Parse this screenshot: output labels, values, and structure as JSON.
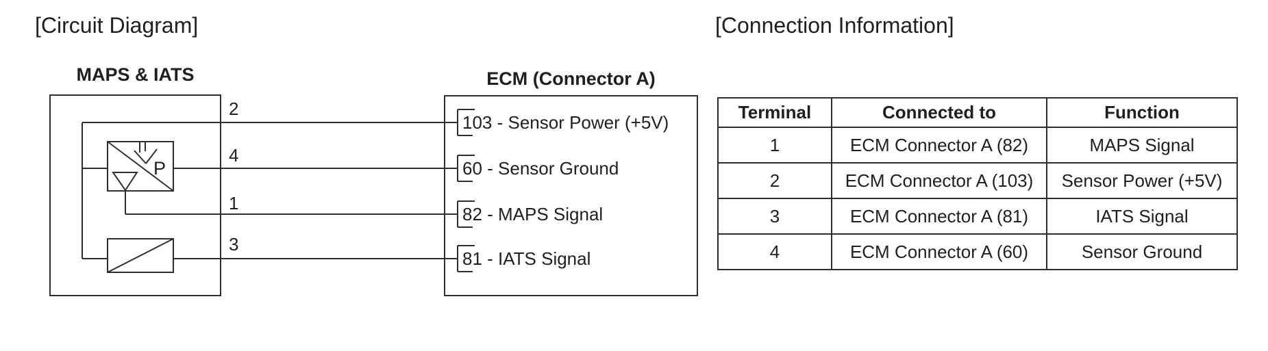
{
  "sections": {
    "circuit_heading": "[Circuit Diagram]",
    "connection_heading": "[Connection Information]"
  },
  "circuit": {
    "sensor_label": "MAPS & IATS",
    "ecm_label": "ECM (Connector A)",
    "pressure_letter": "P",
    "wires": [
      {
        "number": "2",
        "ecm_terminal": "103 - Sensor Power (+5V)"
      },
      {
        "number": "4",
        "ecm_terminal": "60 - Sensor Ground"
      },
      {
        "number": "1",
        "ecm_terminal": "82 - MAPS Signal"
      },
      {
        "number": "3",
        "ecm_terminal": "81 - IATS Signal"
      }
    ]
  },
  "connection_table": {
    "headers": [
      "Terminal",
      "Connected to",
      "Function"
    ],
    "rows": [
      {
        "terminal": "1",
        "connected_to": "ECM Connector A (82)",
        "function": "MAPS Signal"
      },
      {
        "terminal": "2",
        "connected_to": "ECM Connector A (103)",
        "function": "Sensor Power (+5V)"
      },
      {
        "terminal": "3",
        "connected_to": "ECM Connector A (81)",
        "function": "IATS Signal"
      },
      {
        "terminal": "4",
        "connected_to": "ECM Connector A (60)",
        "function": "Sensor Ground"
      }
    ]
  },
  "colors": {
    "line": "#2e2e2e",
    "text": "#1f1f1f",
    "background": "#ffffff"
  }
}
